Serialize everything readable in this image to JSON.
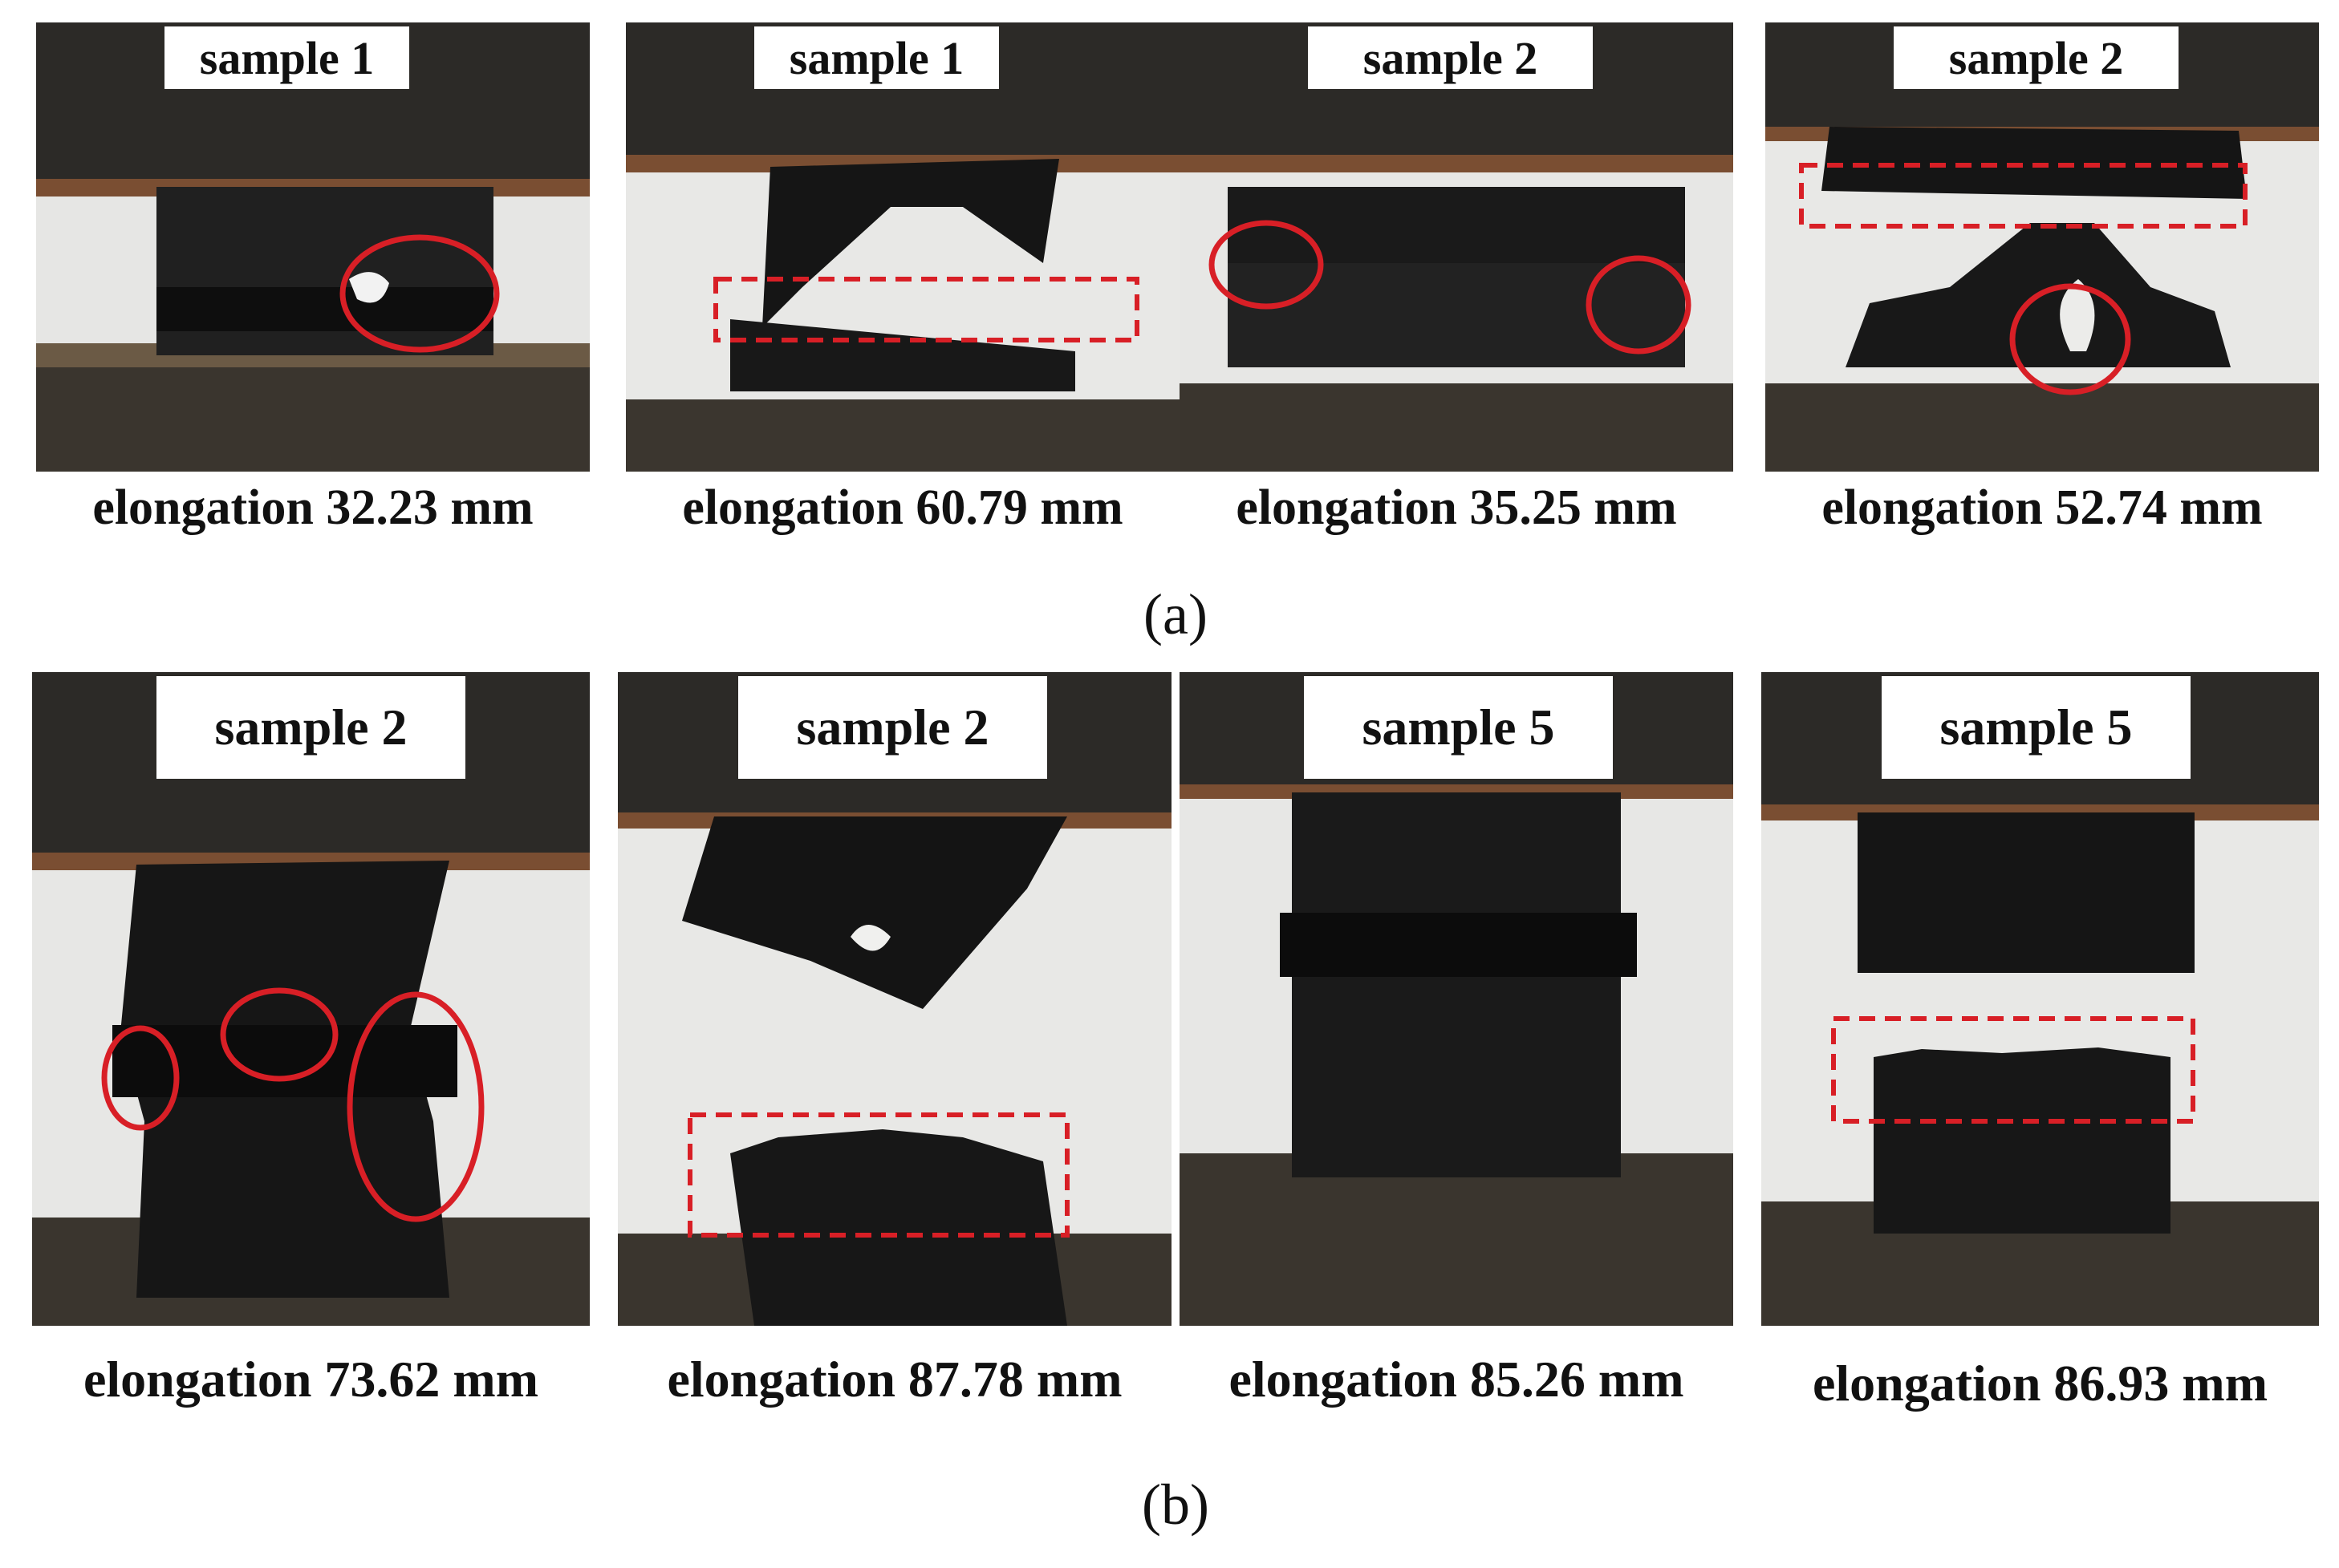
{
  "figure": {
    "row_a": {
      "label": "(a)",
      "panels": [
        {
          "sample": "sample 1",
          "caption": "elongation 32.23 mm"
        },
        {
          "sample": "sample 1",
          "caption": "elongation 60.79 mm"
        },
        {
          "sample": "sample 2",
          "caption": "elongation 35.25 mm"
        },
        {
          "sample": "sample 2",
          "caption": "elongation 52.74 mm"
        }
      ]
    },
    "row_b": {
      "label": "(b)",
      "panels": [
        {
          "sample": "sample 2",
          "caption": "elongation 73.62 mm"
        },
        {
          "sample": "sample 2",
          "caption": "elongation 87.78 mm"
        },
        {
          "sample": "sample 5",
          "caption": "elongation 85.26 mm"
        },
        {
          "sample": "sample 5",
          "caption": "elongation 86.93 mm"
        }
      ]
    }
  },
  "colors": {
    "annotation": "#d81f26",
    "grip": "#2e2b26",
    "specimen": "#141414",
    "background_wall": "#e9e9e7"
  }
}
